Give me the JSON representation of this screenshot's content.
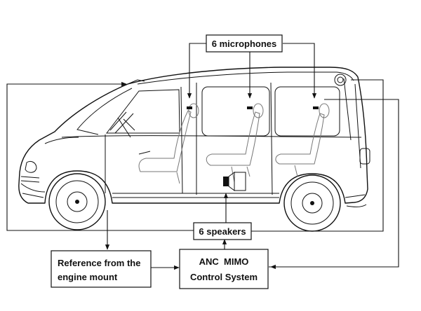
{
  "diagram": {
    "labels": {
      "microphones": "6 microphones",
      "speakers": "6 speakers",
      "reference_line1": "Reference from the",
      "reference_line2": "engine mount",
      "controller_line1": "ANC  MIMO",
      "controller_line2": "Control System"
    },
    "colors": {
      "stroke": "#111111",
      "background": "#ffffff",
      "seat_stroke": "#555555"
    }
  }
}
